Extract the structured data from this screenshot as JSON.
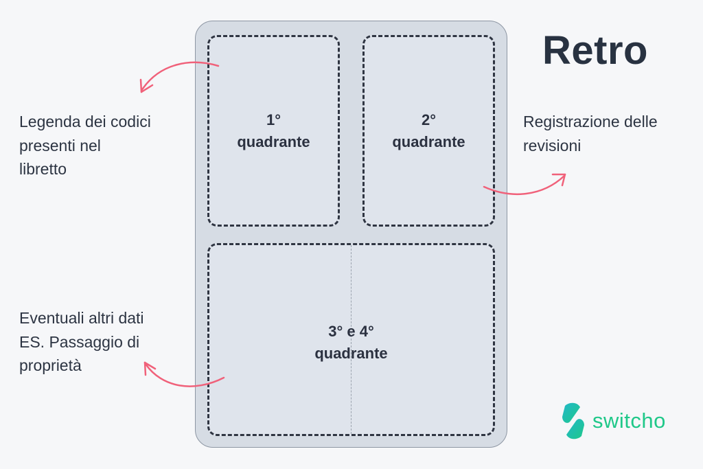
{
  "title": "Retro",
  "quadrants": {
    "q1": {
      "line1": "1°",
      "line2": "quadrante"
    },
    "q2": {
      "line1": "2°",
      "line2": "quadrante"
    },
    "q34": {
      "line1": "3° e 4°",
      "line2": "quadrante"
    }
  },
  "notes": {
    "left_top": [
      "Legenda dei codici",
      "presenti nel",
      "libretto"
    ],
    "right": [
      "Registrazione delle",
      "revisioni"
    ],
    "left_bottom": [
      "Eventuali altri dati",
      "ES. Passaggio di",
      "proprietà"
    ]
  },
  "logo": {
    "text": "switcho"
  },
  "colors": {
    "arrow": "#f0617a",
    "logo_green": "#1fc889",
    "logo_teal": "#22b8c9",
    "title": "#283241"
  },
  "icons": {
    "arrow": "curved-arrow-icon",
    "logo": "switcho-logo-icon"
  }
}
